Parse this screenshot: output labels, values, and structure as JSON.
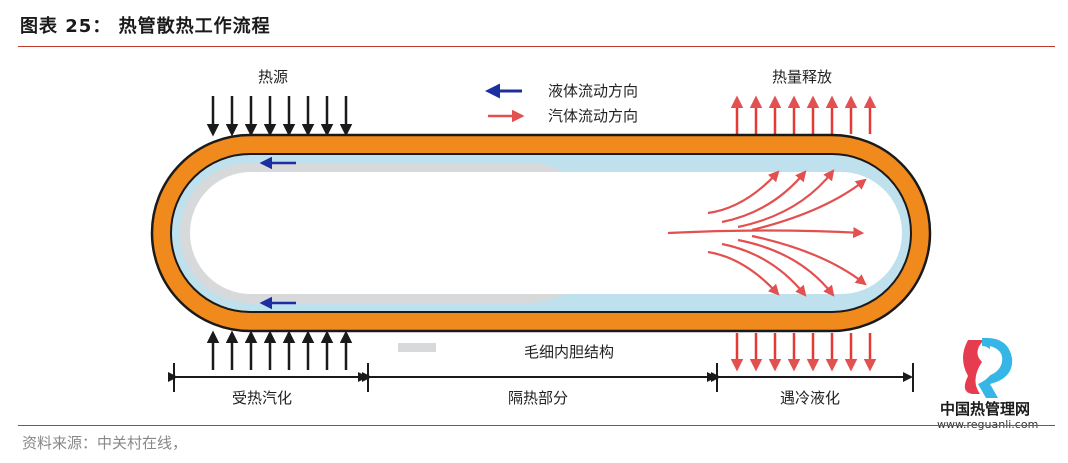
{
  "title": "图表 25： 热管散热工作流程",
  "source": "资料来源：中关村在线，",
  "diagram": {
    "heat_source": "热源",
    "heat_release": "热量释放",
    "legend": {
      "liquid": "液体流动方向",
      "vapor": "汽体流动方向",
      "liquid_color": "#1c2fa0",
      "vapor_color": "#e2504f"
    },
    "capillary": "毛细内胆结构",
    "sections": {
      "evaporate": "受热汽化",
      "insulate": "隔热部分",
      "condense": "遇冷液化"
    },
    "colors": {
      "shell": "#f08a1c",
      "wick": "#bfe1ee",
      "outline": "#1a1a1a"
    }
  },
  "watermark": {
    "name": "中国热管理网",
    "url": "www.reguanli.com"
  }
}
